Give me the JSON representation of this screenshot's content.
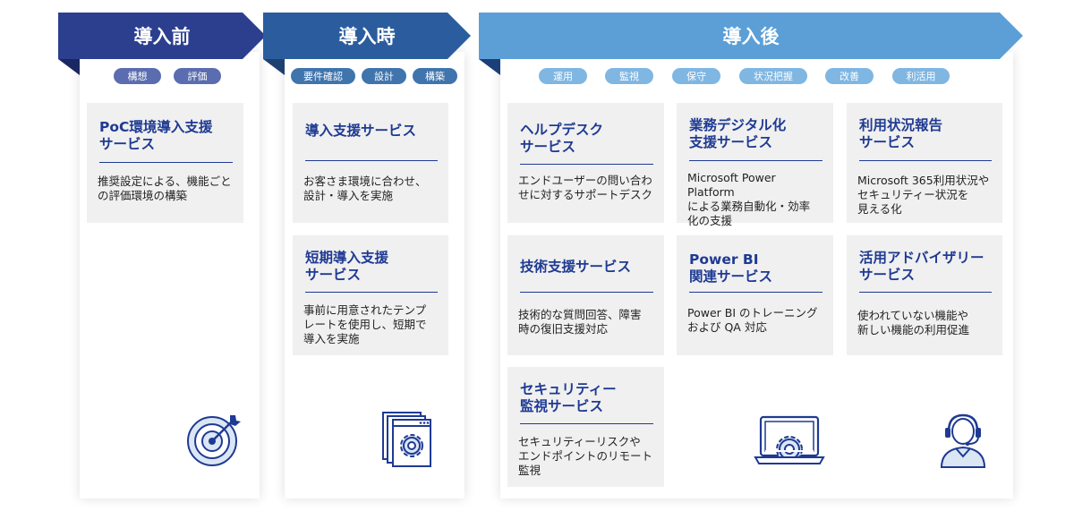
{
  "colors": {
    "phase1": "#2c3f8f",
    "phase2": "#2b5d9e",
    "phase3": "#5b9fd6",
    "phase1_pill": "#5b6cb0",
    "phase2_pill": "#3f74ad",
    "phase3_pill": "#7fb6e2",
    "title": "#1f3a93",
    "card_bg": "#f0f0f0"
  },
  "phases": [
    {
      "title": "導入前",
      "tags": [
        "構想",
        "評価"
      ],
      "cards": [
        {
          "title": "PoC環境導入支援\nサービス",
          "desc": "推奨設定による、機能ごと\nの評価環境の構築"
        }
      ],
      "icon": "target-icon"
    },
    {
      "title": "導入時",
      "tags": [
        "要件確認",
        "設計",
        "構築"
      ],
      "cards": [
        {
          "title": "導入支援サービス",
          "desc": "お客さま環境に合わせ、\n設計・導入を実施"
        },
        {
          "title": "短期導入支援\nサービス",
          "desc": "事前に用意されたテンプ\nレートを使用し、短期で\n導入を実施"
        }
      ],
      "icon": "settings-window-icon"
    },
    {
      "title": "導入後",
      "tags": [
        "運用",
        "監視",
        "保守",
        "状況把握",
        "改善",
        "利活用"
      ],
      "cards": [
        {
          "title": "ヘルプデスク\nサービス",
          "desc": "エンドユーザーの問い合わ\nせに対するサポートデスク"
        },
        {
          "title": "業務デジタル化\n支援サービス",
          "desc": "Microsoft Power Platform\nによる業務自動化・効率\n化の支援"
        },
        {
          "title": "利用状況報告\nサービス",
          "desc": "Microsoft 365利用状況や\nセキュリティー状況を\n見える化"
        },
        {
          "title": "技術支援サービス",
          "desc": "技術的な質問回答、障害\n時の復旧支援対応"
        },
        {
          "title": "Power BI\n関連サービス",
          "desc": "Power BI のトレーニング\nおよび QA 対応"
        },
        {
          "title": "活用アドバイザリー\nサービス",
          "desc": "使われていない機能や\n新しい機能の利用促進"
        },
        {
          "title": "セキュリティー\n監視サービス",
          "desc": "セキュリティーリスクや\nエンドポイントのリモート\n監視"
        }
      ],
      "icons": [
        "laptop-gear-icon",
        "support-agent-icon"
      ]
    }
  ]
}
